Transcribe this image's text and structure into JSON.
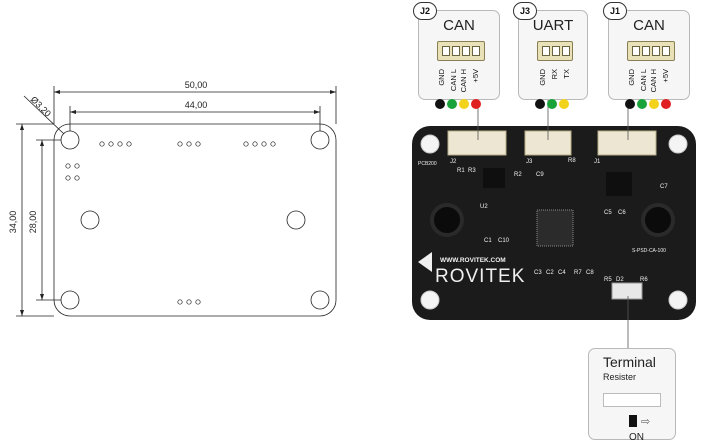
{
  "dimensions": {
    "width_total": "50,00",
    "width_holes": "44,00",
    "height_total": "34,00",
    "height_holes": "28,00",
    "hole_dia": "Ø3,20"
  },
  "connectors": [
    {
      "tag": "J2",
      "title": "CAN",
      "pins": [
        "GND",
        "CAN L",
        "CAN H",
        "+5V"
      ],
      "pin_colors": [
        "#111111",
        "#1aa33a",
        "#f2d21a",
        "#e02020"
      ]
    },
    {
      "tag": "J3",
      "title": "UART",
      "pins": [
        "GND",
        "RX",
        "TX"
      ],
      "pin_colors": [
        "#111111",
        "#1aa33a",
        "#f2d21a"
      ]
    },
    {
      "tag": "J1",
      "title": "CAN",
      "pins": [
        "GND",
        "CAN L",
        "CAN H",
        "+5V"
      ],
      "pin_colors": [
        "#111111",
        "#1aa33a",
        "#f2d21a",
        "#e02020"
      ]
    }
  ],
  "board": {
    "url": "WWW.ROVITEK.COM",
    "brand": "ROVITEK",
    "pcb_label": "PCB200",
    "model": "S-PSD-CA-100",
    "silk": [
      "J2",
      "J3",
      "J1",
      "R1",
      "R3",
      "U2",
      "R2",
      "C9",
      "R8",
      "C7",
      "C1",
      "C10",
      "C5",
      "C6",
      "C3",
      "C2",
      "C4",
      "R7",
      "C8",
      "R5",
      "D2",
      "R6"
    ]
  },
  "terminal": {
    "title": "Terminal",
    "subtitle": "Resister",
    "state": "ON"
  }
}
